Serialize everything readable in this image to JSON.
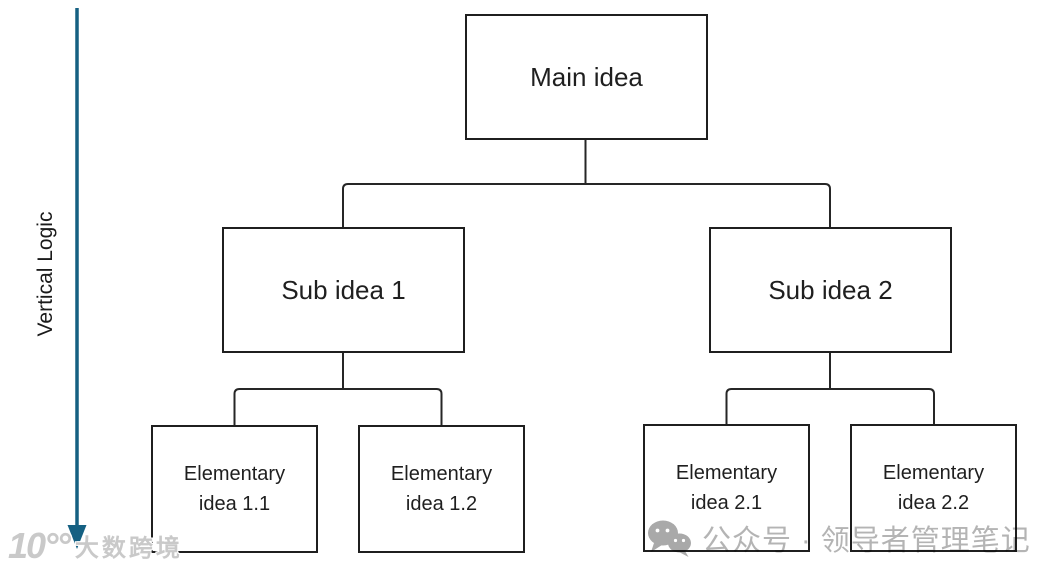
{
  "diagram": {
    "axis_label": "Vertical Logic",
    "nodes": {
      "main": {
        "label": "Main idea"
      },
      "sub1": {
        "label": "Sub idea 1"
      },
      "sub2": {
        "label": "Sub idea 2"
      },
      "elem11": {
        "label": "Elementary idea 1.1"
      },
      "elem12": {
        "label": "Elementary idea 1.2"
      },
      "elem21": {
        "label": "Elementary idea 2.1"
      },
      "elem22": {
        "label": "Elementary idea 2.2"
      }
    },
    "edges": [
      {
        "from": "main",
        "to": "sub1"
      },
      {
        "from": "main",
        "to": "sub2"
      },
      {
        "from": "sub1",
        "to": "elem11"
      },
      {
        "from": "sub1",
        "to": "elem12"
      },
      {
        "from": "sub2",
        "to": "elem21"
      },
      {
        "from": "sub2",
        "to": "elem22"
      }
    ]
  },
  "watermarks": {
    "left": {
      "logo_text": "10°°",
      "brand_text": "大数跨境"
    },
    "right": {
      "icon": "wechat-icon",
      "text": "公众号 · 领导者管理笔记"
    }
  },
  "colors": {
    "arrow": "#156082",
    "connector": "#262626",
    "box_border": "#1f1f1f",
    "text": "#1f1f1f",
    "watermark_gray": "#bdbdbd"
  }
}
